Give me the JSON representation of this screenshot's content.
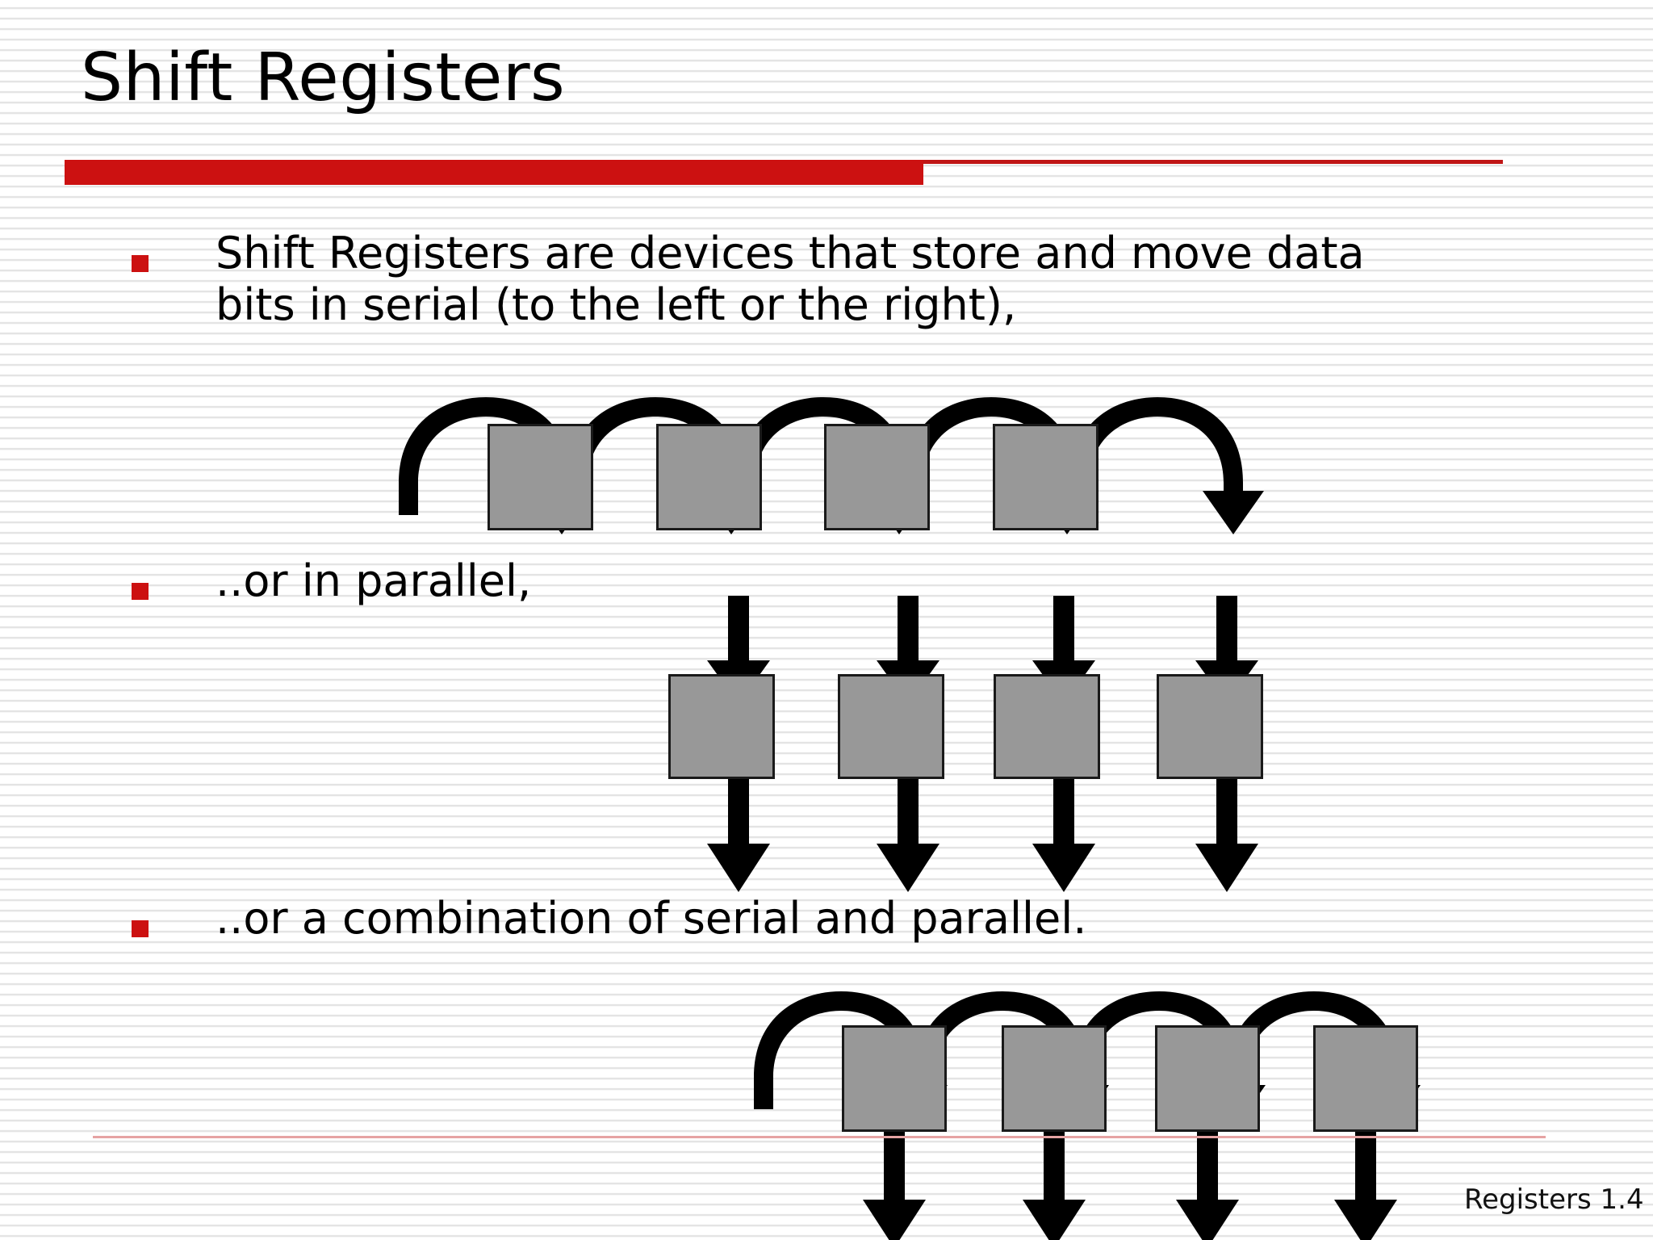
{
  "slide": {
    "title": "Shift Registers",
    "footer": "Registers 1.4",
    "accent_color": "#cc1111",
    "box_fill_color": "#989898",
    "box_border_color": "#1a1a1a",
    "arrow_color": "#000000",
    "background_color": "#ffffff",
    "stripe_color": "#e4e4e4"
  },
  "bullets": [
    {
      "marker": "red-square-bullet",
      "text": "Shift Registers are devices that store and move data bits in serial (to the left or the right),"
    },
    {
      "marker": "red-square-bullet",
      "text": "..or in parallel,"
    },
    {
      "marker": "red-square-bullet",
      "text": "..or a combination of serial and parallel."
    }
  ],
  "diagrams": [
    {
      "name": "serial-shift-register-diagram",
      "description": "Four registers in a row with curved shift arrows passing data from one to the next",
      "box_count": 4,
      "curved_arrow_count": 5,
      "down_arrow_count": 0,
      "mode": "serial"
    },
    {
      "name": "parallel-load-register-diagram",
      "description": "Four registers each fed by a straight down arrow above and emitting a straight down arrow below",
      "box_count": 4,
      "curved_arrow_count": 0,
      "down_arrow_count": 8,
      "mode": "parallel"
    },
    {
      "name": "serial-parallel-combination-diagram",
      "description": "Four registers with curved shift arrows above and straight down output arrows below",
      "box_count": 4,
      "curved_arrow_count": 4,
      "down_arrow_count": 4,
      "mode": "serial-and-parallel"
    }
  ]
}
